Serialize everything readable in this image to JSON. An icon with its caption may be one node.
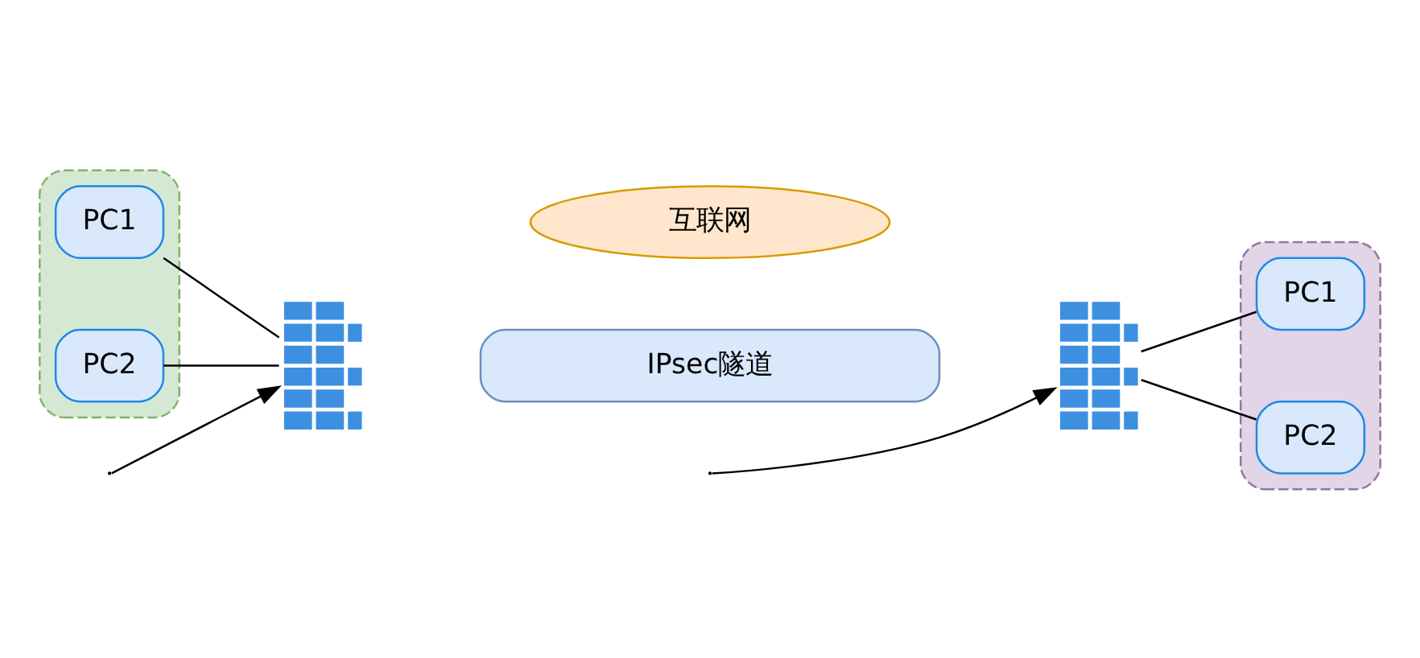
{
  "diagram": {
    "nodes": [
      {
        "text": [],
        "shape": "box"
      },
      {
        "text": [
          "PC1"
        ],
        "in": 0
      },
      {
        "text": [
          "PC2"
        ],
        "in": 0
      },
      {
        "text": [],
        "shape": "picture"
      },
      {
        "text": [
          "IPsec隧道"
        ]
      },
      {
        "text": [
          "互联网"
        ]
      },
      {
        "text": [],
        "shape": "picture"
      },
      {
        "text": [],
        "shape": "box"
      },
      {
        "text": [
          "PC1"
        ],
        "in": 7
      },
      {
        "text": [
          "PC2"
        ],
        "in": 7
      }
    ],
    "edges": [
      {
        "from": 1,
        "to": 3,
        "arrow": "none"
      },
      {
        "from": 2,
        "to": 3,
        "arrow": "none"
      },
      {
        "from": 6,
        "to": 8,
        "arrow": "none"
      },
      {
        "from": 6,
        "to": 9,
        "arrow": "none"
      },
      {
        "from": null,
        "to": 3,
        "arrow": "to"
      },
      {
        "from": null,
        "to": 6,
        "arrow": "to"
      }
    ]
  }
}
